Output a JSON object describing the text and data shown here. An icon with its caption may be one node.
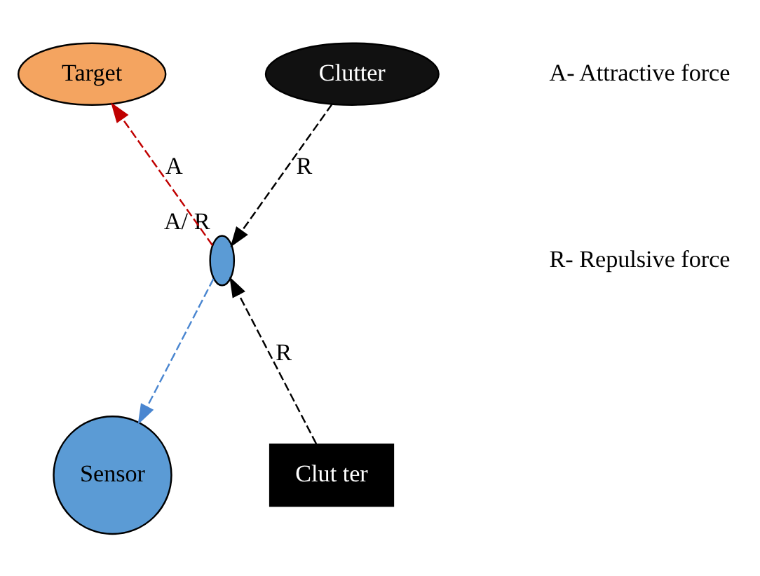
{
  "diagram": {
    "nodes": [
      {
        "text": [
          "Target"
        ]
      },
      {
        "text": [
          "Clutter"
        ]
      },
      {
        "text": [],
        "shape": "ellipse",
        "beside": [
          "A/ R"
        ]
      },
      {
        "text": [
          "Sensor"
        ]
      },
      {
        "text": [
          "Clut ter"
        ]
      }
    ],
    "edges": [
      {
        "from": 2,
        "to": 0,
        "arrow": "to",
        "label": "A",
        "style": "dashed",
        "color": "#c00000"
      },
      {
        "from": 1,
        "to": 2,
        "arrow": "to",
        "label": "R",
        "style": "dashed"
      },
      {
        "from": 4,
        "to": 2,
        "arrow": "to",
        "label": "R",
        "style": "dashed"
      },
      {
        "from": 2,
        "to": 3,
        "arrow": "to",
        "style": "dashed",
        "color": "#4a86d0"
      }
    ],
    "labels": [
      "A- Attractive force",
      "R- Repulsive force"
    ]
  }
}
